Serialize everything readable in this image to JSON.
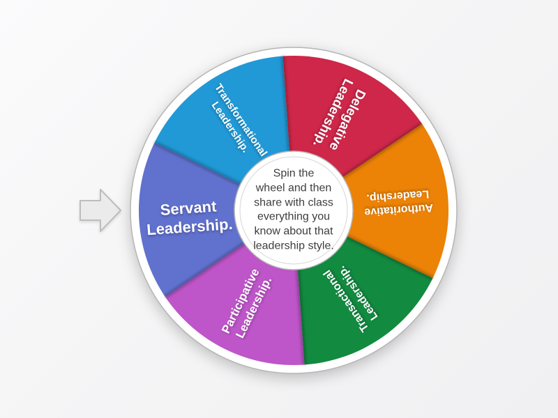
{
  "wheel": {
    "center_text": "Spin the\nwheel and then\nshare with class\neverything you\nknow about that\nleadership style.",
    "segments": [
      {
        "id": "delegative",
        "label": "Delegative\nLeadership.",
        "color": "#ce2749"
      },
      {
        "id": "authoritative",
        "label": "Authoritative\nLeadership.",
        "color": "#ec8206"
      },
      {
        "id": "transactional",
        "label": "Transactional\nLeadership.",
        "color": "#128a40"
      },
      {
        "id": "participative",
        "label": "Participative\nLeadership.",
        "color": "#be55c9"
      },
      {
        "id": "servant",
        "label": "Servant\nLeadership.",
        "color": "#6171ce"
      },
      {
        "id": "transformational",
        "label": "Transformational\nLeadership.",
        "color": "#2199d6"
      }
    ],
    "rim_color": "#ffffff",
    "rim_stroke": "#b5b5b5",
    "pointer_fill": "#ebebeb",
    "pointer_stroke": "#bdbdbd"
  }
}
